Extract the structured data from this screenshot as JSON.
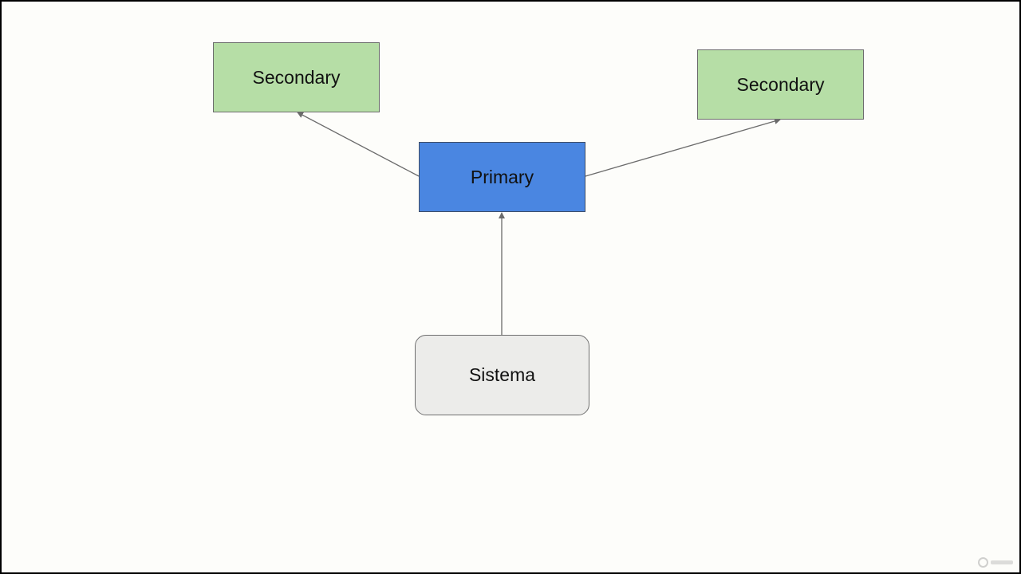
{
  "diagram": {
    "nodes": {
      "secondary_left": "Secondary",
      "secondary_right": "Secondary",
      "primary": "Primary",
      "system": "Sistema"
    },
    "edges": [
      {
        "from": "system",
        "to": "primary"
      },
      {
        "from": "primary",
        "to": "secondary_left"
      },
      {
        "from": "primary",
        "to": "secondary_right"
      }
    ]
  },
  "colors": {
    "secondary_fill": "#b6dea6",
    "primary_fill": "#4a86e1",
    "system_fill": "#ececea",
    "background": "#fdfdfa",
    "edge": "#6b6b6b"
  },
  "watermark": {
    "icon": "udemy-logo-icon"
  }
}
